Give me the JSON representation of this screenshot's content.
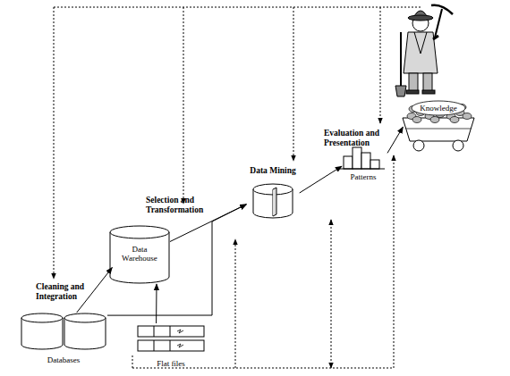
{
  "diagram": {
    "nodes": [
      {
        "text": [
          "Databases"
        ]
      },
      {
        "text": [
          "Flat files"
        ]
      },
      {
        "text": [
          "Data Warehouse"
        ]
      },
      {
        "text": [
          "Data Mining"
        ]
      },
      {
        "text": [
          "Patterns"
        ]
      },
      {
        "text": [
          "Knowledge"
        ]
      }
    ],
    "edges": [
      {
        "from": 0,
        "to": 2,
        "arrow": "to",
        "label": "Cleaning and Integration"
      },
      {
        "from": 1,
        "to": 2,
        "arrow": "to"
      },
      {
        "from": 2,
        "to": 3,
        "arrow": "to",
        "label": "Selection and Transformation"
      },
      {
        "from": 0,
        "to": 3,
        "arrow": "to"
      },
      {
        "from": 3,
        "to": 4,
        "arrow": "to"
      },
      {
        "from": 4,
        "to": 5,
        "arrow": "to",
        "label": "Evaluation and Presentation"
      }
    ]
  }
}
